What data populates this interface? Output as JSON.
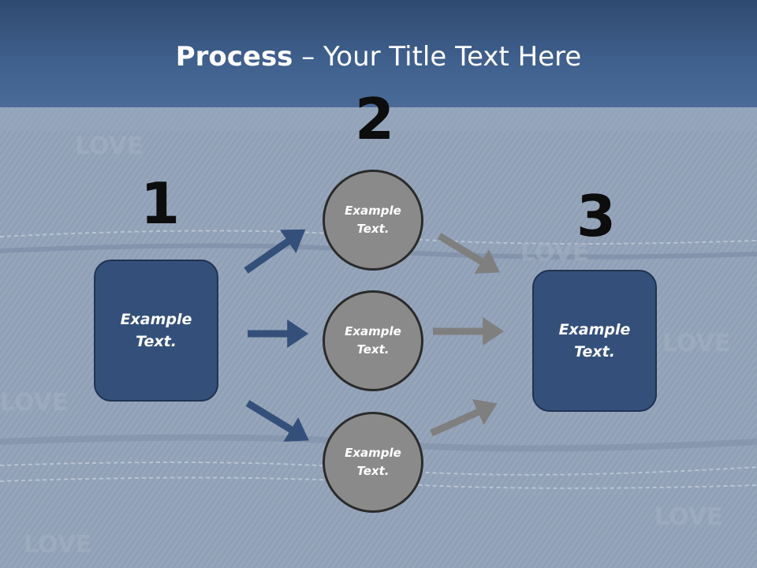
{
  "title": {
    "bold": "Process",
    "rest": " – Your Title Text Here"
  },
  "steps": {
    "one": "1",
    "two": "2",
    "three": "3"
  },
  "boxes": {
    "left": "Example\nText.",
    "right": "Example\nText."
  },
  "circles": {
    "top": "Example\nText.",
    "middle": "Example\nText.",
    "bottom": "Example\nText."
  },
  "colors": {
    "header": "#3f5f8c",
    "box_fill": "#34507a",
    "circle_fill": "#8a8a8a",
    "arrow_blue": "#34507a",
    "arrow_gray": "#7f7f7f"
  },
  "background_watermark": [
    "LOVE",
    "LOVE",
    "LOVE",
    "LOVE",
    "LOVE",
    "LOVE"
  ]
}
